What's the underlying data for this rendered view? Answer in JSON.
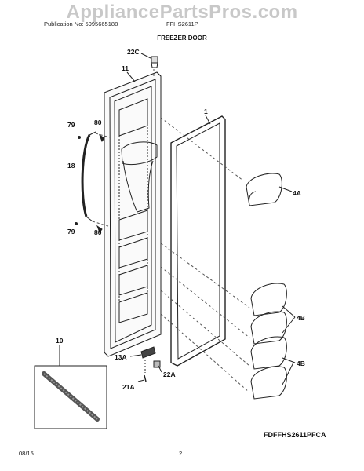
{
  "header": {
    "watermark": "AppliancePartsPros.com",
    "publication": "Publication No: 5995665188",
    "model": "FFHS2611P",
    "section_title": "FREEZER DOOR"
  },
  "callouts": {
    "c22C": "22C",
    "c11": "11",
    "c1": "1",
    "c79_top": "79",
    "c80_top": "80",
    "c18": "18",
    "c79_bottom": "79",
    "c80_bottom": "80",
    "c4A": "4A",
    "c4B_upper": "4B",
    "c4B_lower": "4B",
    "c10": "10",
    "c13A": "13A",
    "c22A": "22A",
    "c21A": "21A"
  },
  "footer": {
    "figure_code": "FDFFHS2611PFCA",
    "date": "08/15",
    "page": "2"
  }
}
